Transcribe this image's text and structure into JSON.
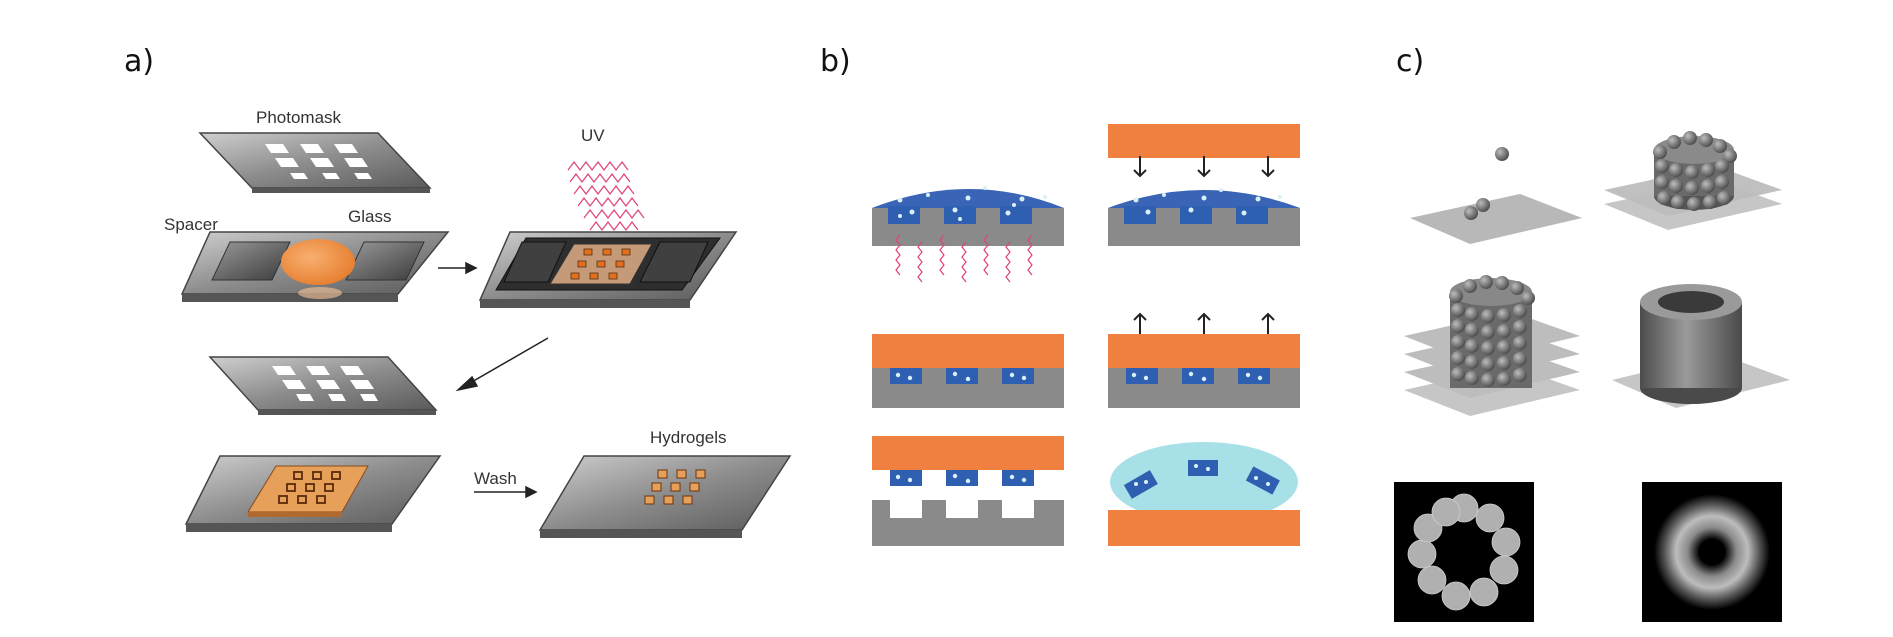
{
  "panels": [
    {
      "label": "a)"
    },
    {
      "label": "b)"
    },
    {
      "label": "c)"
    }
  ],
  "panel_a": {
    "photomask_label": "Photomask",
    "uv_label": "UV",
    "spacer_label": "Spacer",
    "glass_label": "Glass",
    "wash_label": "Wash",
    "hydrogels_label": "Hydrogels"
  },
  "colors": {
    "plate": "#8c8c8c",
    "plate_dark": "#3f3f3f",
    "orange": "#f08040",
    "hydrogel": "#e6a05a",
    "uv": "#e0407a",
    "blue": "#2f5fb0",
    "cyan": "#a8e0e8",
    "gray_block": "#8a8a8a"
  }
}
